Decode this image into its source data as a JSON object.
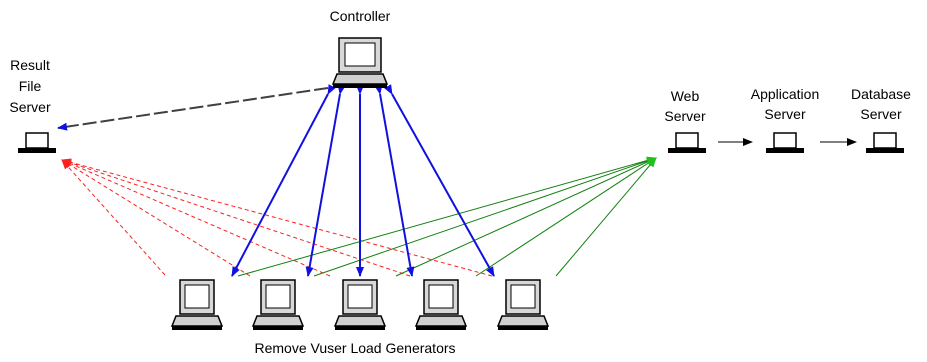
{
  "nodes": {
    "controller": "Controller",
    "result_file_server": [
      "Result",
      "File",
      "Server"
    ],
    "web_server": [
      "Web",
      "Server"
    ],
    "application_server": [
      "Application",
      "Server"
    ],
    "database_server": [
      "Database",
      "Server"
    ],
    "load_generators": "Remove Vuser Load Generators"
  },
  "colors": {
    "controller_links": "#1010e0",
    "result_links": "#ff2020",
    "web_links": "#108010",
    "controller_to_result": "#404040",
    "server_chain": "#000000"
  }
}
